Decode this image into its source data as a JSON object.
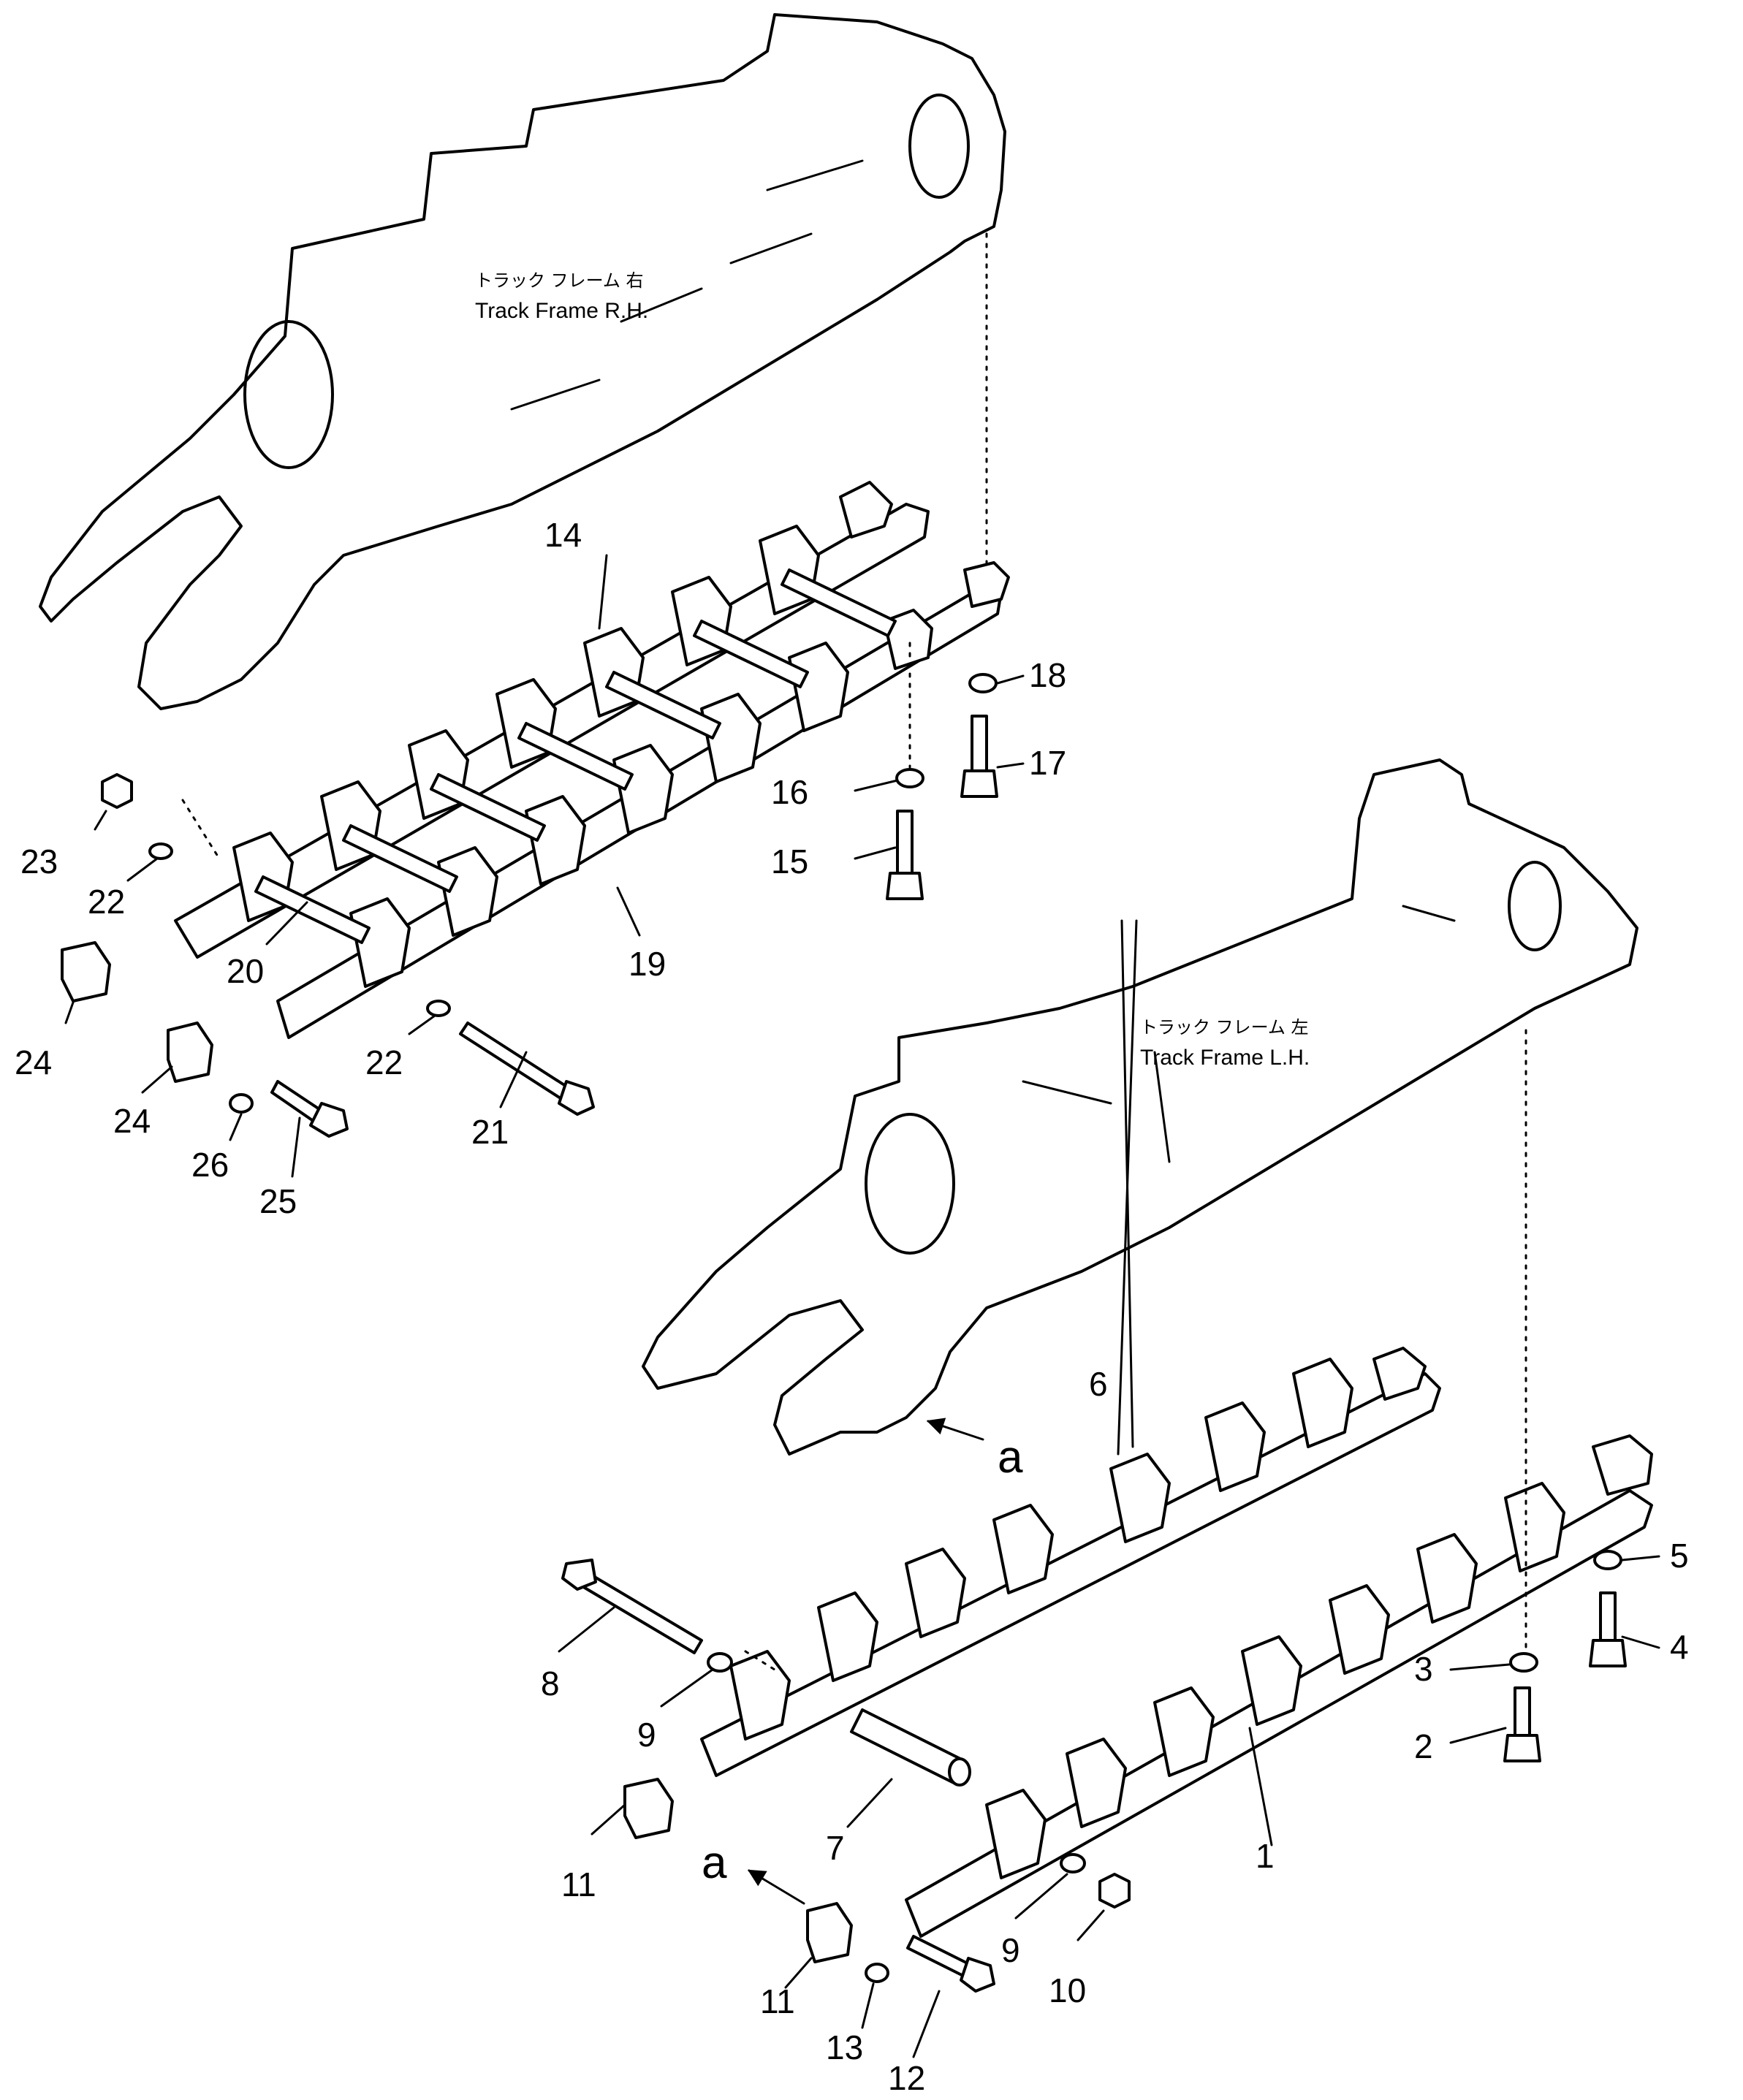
{
  "frames": {
    "right": {
      "label_jp": "トラック フレーム 右",
      "label_en": "Track Frame R.H."
    },
    "left": {
      "label_jp": "トラック フレーム 左",
      "label_en": "Track Frame L.H."
    }
  },
  "view_arrow": {
    "label": "a"
  },
  "callouts": [
    "1",
    "2",
    "3",
    "4",
    "5",
    "6",
    "7",
    "8",
    "9",
    "9",
    "10",
    "11",
    "11",
    "12",
    "13",
    "14",
    "15",
    "16",
    "17",
    "18",
    "19",
    "20",
    "21",
    "22",
    "22",
    "23",
    "24",
    "24",
    "25",
    "26"
  ]
}
